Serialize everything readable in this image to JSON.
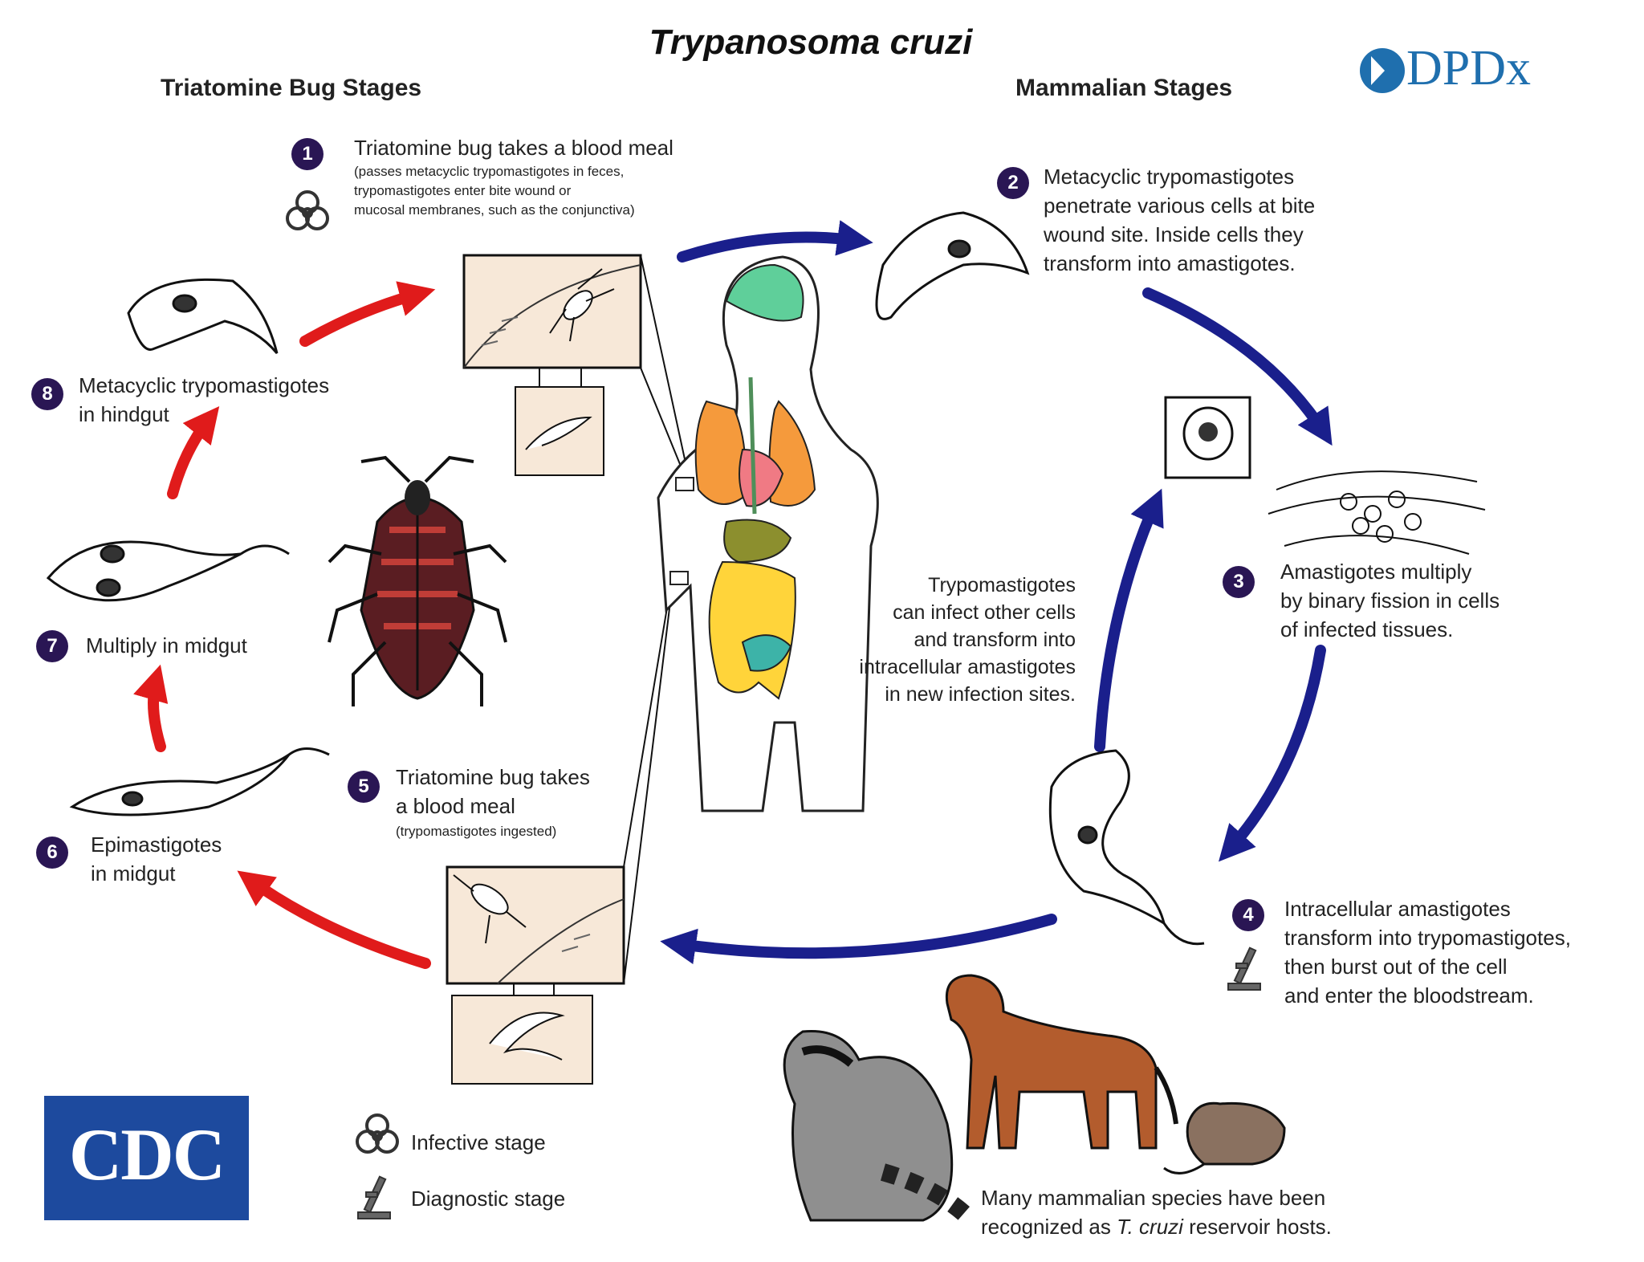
{
  "title": "Trypanosoma cruzi",
  "headings": {
    "left": "Triatomine Bug Stages",
    "right": "Mammalian Stages"
  },
  "logos": {
    "dpdx": "DPDx",
    "cdc": "CDC"
  },
  "steps": [
    {
      "num": "1",
      "lines": [
        "Triatomine bug takes a blood meal"
      ],
      "small": [
        "(passes metacyclic trypomastigotes in feces,",
        "trypomastigotes enter bite wound or",
        "mucosal membranes, such as the conjunctiva)"
      ]
    },
    {
      "num": "2",
      "lines": [
        "Metacyclic trypomastigotes",
        "penetrate various cells at bite",
        "wound site.  Inside cells they",
        "transform into amastigotes."
      ]
    },
    {
      "num": "3",
      "lines": [
        "Amastigotes multiply",
        "by binary fission in cells",
        "of infected tissues."
      ]
    },
    {
      "num": "4",
      "lines": [
        "Intracellular amastigotes",
        "transform into trypomastigotes,",
        "then burst out of the cell",
        "and enter the bloodstream."
      ]
    },
    {
      "num": "5",
      "lines": [
        "Triatomine bug takes",
        "a blood meal"
      ],
      "small": [
        "(trypomastigotes ingested)"
      ]
    },
    {
      "num": "6",
      "lines": [
        "Epimastigotes",
        "in midgut"
      ]
    },
    {
      "num": "7",
      "lines": [
        "Multiply in midgut"
      ]
    },
    {
      "num": "8",
      "lines": [
        "Metacyclic trypomastigotes",
        "in hindgut"
      ]
    }
  ],
  "center_note": [
    "Trypomastigotes",
    "can infect other cells",
    "and transform into",
    "intracellular amastigotes",
    "in new infection sites."
  ],
  "legend": {
    "infective": "Infective stage",
    "diagnostic": "Diagnostic stage"
  },
  "reservoir_note": {
    "line1": "Many mammalian species have been",
    "line2_pre": "recognized as ",
    "line2_italic": "T. cruzi",
    "line2_post": " reservoir hosts."
  },
  "colors": {
    "mammal_arrow": "#1a1f8c",
    "bug_arrow": "#e01b1b",
    "step_badge": "#2a1654",
    "dpdx": "#1f6fae",
    "cdc_bg": "#1d4a9e"
  },
  "icons": [
    "biohazard-icon",
    "microscope-icon",
    "triatomine-bug",
    "human-anatomy",
    "trypomastigote",
    "epimastigote",
    "raccoon",
    "dog",
    "rodent"
  ]
}
